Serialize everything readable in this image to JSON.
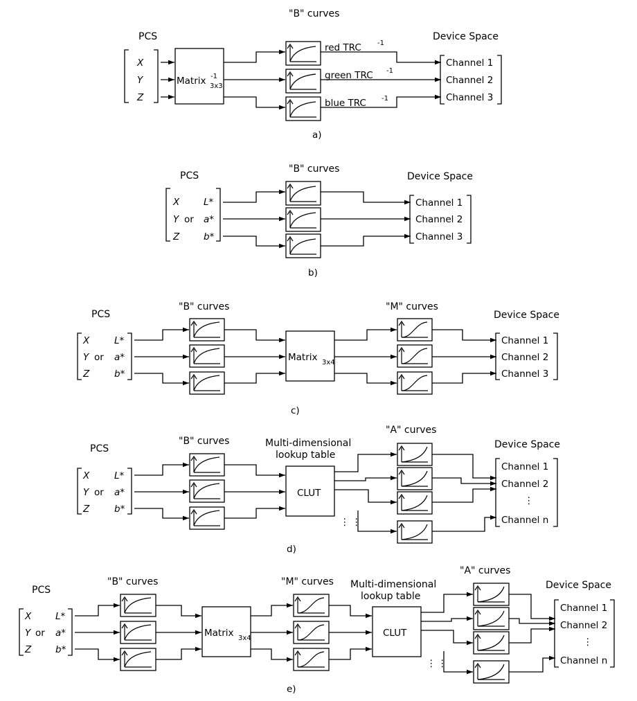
{
  "labels": {
    "pcs": "PCS",
    "device_space": "Device Space",
    "b_curves": "\"B\" curves",
    "m_curves": "\"M\" curves",
    "a_curves": "\"A\" curves",
    "clut": "CLUT",
    "multi_dim": "Multi-dimensional",
    "lookup_table": "lookup table",
    "matrix": "Matrix",
    "sub_3x3": "3x3",
    "sup_inv": "-1",
    "sub_3x4": "3x4",
    "or": "or",
    "ellipsis": "⋮"
  },
  "pcs_vars": {
    "xyz": [
      "X",
      "Y",
      "Z"
    ],
    "lab": [
      "L*",
      "a*",
      "b*"
    ]
  },
  "device_channels": [
    "Channel 1",
    "Channel 2",
    "Channel 3"
  ],
  "device_channels_n": [
    "Channel 1",
    "Channel 2",
    "Channel n"
  ],
  "trc": {
    "labels": [
      "red TRC",
      "green TRC",
      "blue TRC"
    ],
    "sup": "-1"
  },
  "captions": [
    "a)",
    "b)",
    "c)",
    "d)",
    "e)"
  ],
  "colors": {
    "ink": "#000000",
    "background": "#ffffff"
  }
}
